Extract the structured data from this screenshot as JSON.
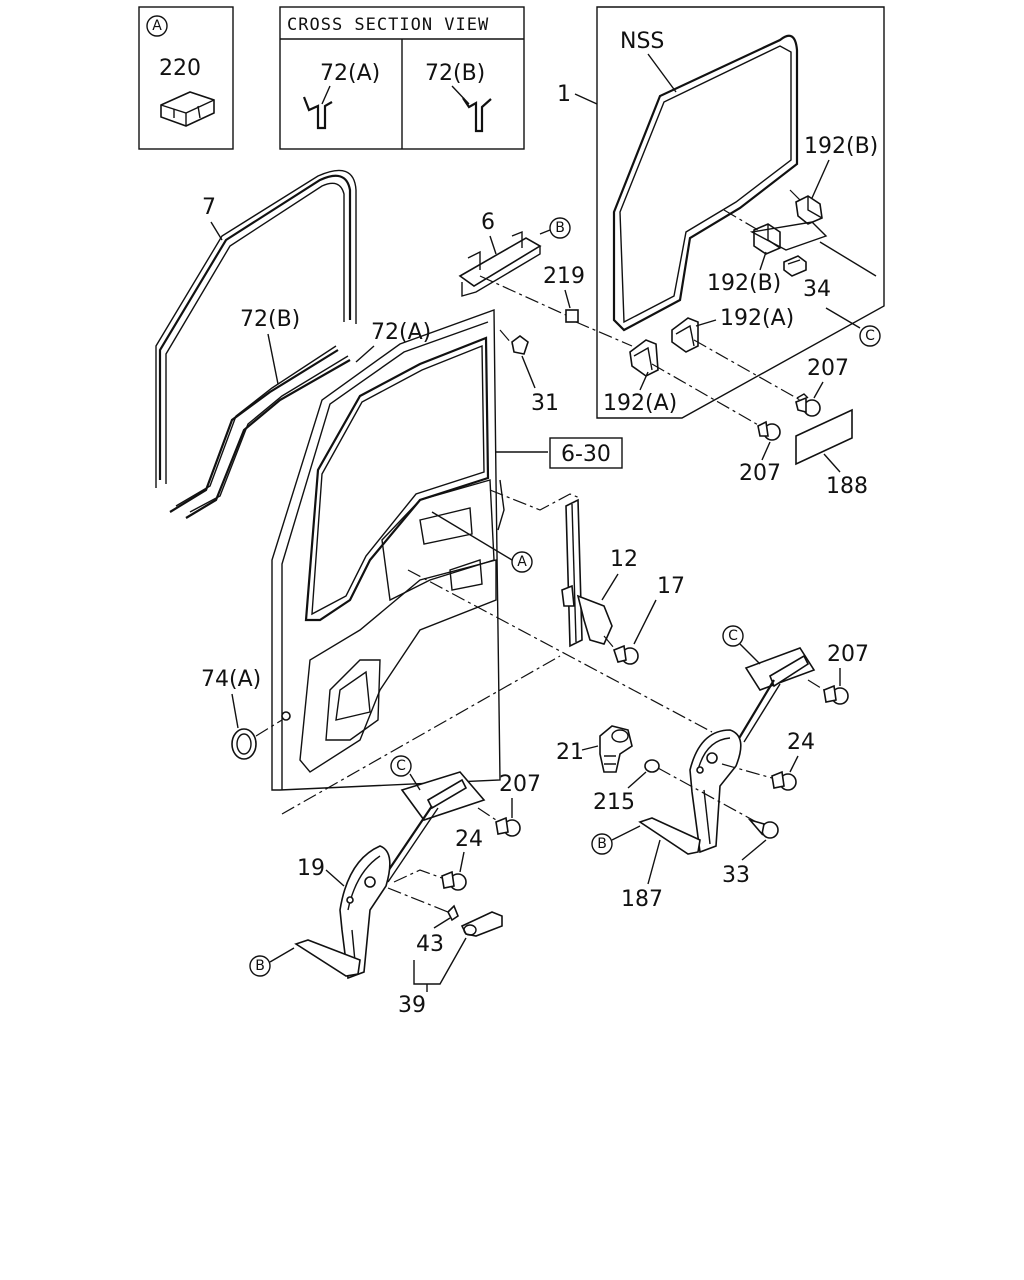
{
  "diagram": {
    "inset_a": {
      "marker": "A",
      "part": "220"
    },
    "cross_section": {
      "title": "CROSS SECTION VIEW",
      "left_label": "72(A)",
      "right_label": "72(B)"
    },
    "markers": {
      "a": "A",
      "b": "B",
      "c": "C"
    },
    "labels": {
      "p1": "1",
      "nss": "NSS",
      "p192b_top": "192(B)",
      "p192b_mid": "192(B)",
      "p34": "34",
      "p192a_right": "192(A)",
      "p192a_left": "192(A)",
      "p207_a": "207",
      "p207_b": "207",
      "p188": "188",
      "p7": "7",
      "p6": "6",
      "p219": "219",
      "p72b": "72(B)",
      "p72a": "72(A)",
      "p31": "31",
      "ref": "6-30",
      "p12": "12",
      "p17": "17",
      "p207_c": "207",
      "p24_right": "24",
      "p74a": "74(A)",
      "p21": "21",
      "p215": "215",
      "p33": "33",
      "p187": "187",
      "p207_d": "207",
      "p24_left": "24",
      "p19": "19",
      "p43": "43",
      "p39": "39"
    }
  }
}
